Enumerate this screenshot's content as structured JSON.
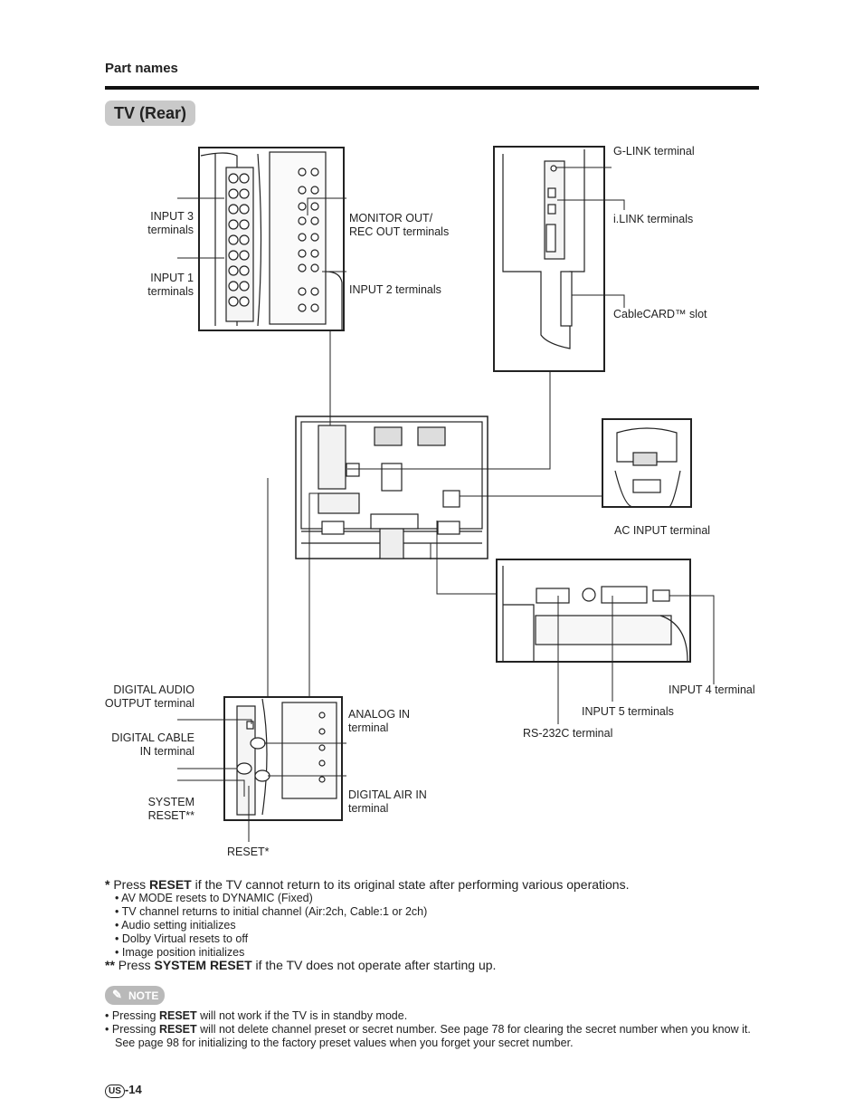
{
  "header": {
    "section": "Part names",
    "title": "TV (Rear)"
  },
  "labels": {
    "input3": [
      "INPUT 3",
      "terminals"
    ],
    "input1": [
      "INPUT 1",
      "terminals"
    ],
    "monitor_out": [
      "MONITOR OUT/",
      "REC OUT terminals"
    ],
    "input2": "INPUT 2 terminals",
    "glink": "G-LINK terminal",
    "ilink": "i.LINK terminals",
    "cablecard": "CableCARD™ slot",
    "ac_input": "AC INPUT terminal",
    "input4": "INPUT 4 terminal",
    "input5": "INPUT 5 terminals",
    "rs232c": "RS-232C terminal",
    "digital_audio": [
      "DIGITAL AUDIO",
      "OUTPUT terminal"
    ],
    "digital_cable": [
      "DIGITAL CABLE",
      "IN terminal"
    ],
    "system_reset": [
      "SYSTEM",
      "RESET**"
    ],
    "reset": "RESET*",
    "analog_in": [
      "ANALOG IN",
      "terminal"
    ],
    "digital_air": [
      "DIGITAL AIR IN",
      "terminal"
    ]
  },
  "footnotes": {
    "reset": {
      "mark": "*",
      "pre": "Press ",
      "bold": "RESET",
      "post": " if the TV cannot return to its original state after performing various operations."
    },
    "reset_items": [
      "AV MODE resets to DYNAMIC (Fixed)",
      "TV channel returns to initial channel (Air:2ch, Cable:1 or 2ch)",
      "Audio setting initializes",
      "Dolby Virtual resets to off",
      "Image position initializes"
    ],
    "system_reset": {
      "mark": "**",
      "pre": " Press ",
      "bold": "SYSTEM RESET",
      "post": " if the TV does not operate after starting up."
    }
  },
  "note": {
    "badge": "NOTE",
    "items": [
      {
        "pre": "Pressing ",
        "bold": "RESET",
        "post": " will not work if the TV is in standby mode."
      },
      {
        "pre": "Pressing ",
        "bold": "RESET",
        "post": " will not delete channel preset or secret number. See page 78 for clearing the secret number when you know it. See page 98 for initializing to the factory preset values when you forget your secret number."
      }
    ]
  },
  "page": {
    "region": "US",
    "number": "-14"
  }
}
